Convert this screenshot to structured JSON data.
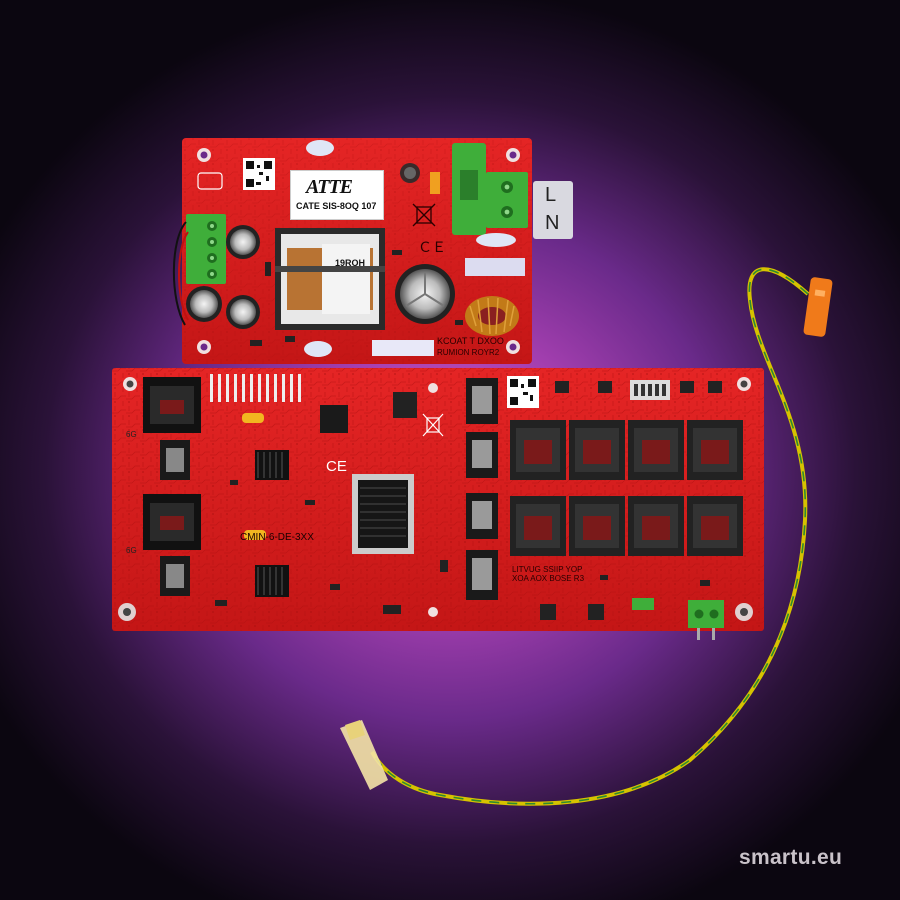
{
  "product": {
    "brand_logo": "ATTE",
    "psu_model": "CATE SIS-8OQ 107",
    "coil_label": "19ROH",
    "psu_marking_1": "KCOAT T DXOO",
    "psu_marking_2": "RUMION ROYR2",
    "main_marking_1": "CMIN-6-DE-3XX",
    "main_marking_2": "LITVUG SSIIP YOP",
    "main_marking_3": "XOA AOX BOSE R3",
    "port_label_1": "6G",
    "port_label_2": "6G",
    "terminal_l": "L",
    "terminal_n": "N",
    "ce_mark": "CE"
  },
  "watermark": "smartu.eu",
  "colors": {
    "pcb_red": "#d81f1f",
    "connector_green": "#3fae3a",
    "background_glow": "#c44fc0",
    "wire_yellow": "#d6c200",
    "wire_green": "#2e8b2e"
  },
  "icons": {
    "qr_code": "qr-code-icon",
    "ce": "ce-mark-icon",
    "weee": "crossed-bin-icon"
  }
}
